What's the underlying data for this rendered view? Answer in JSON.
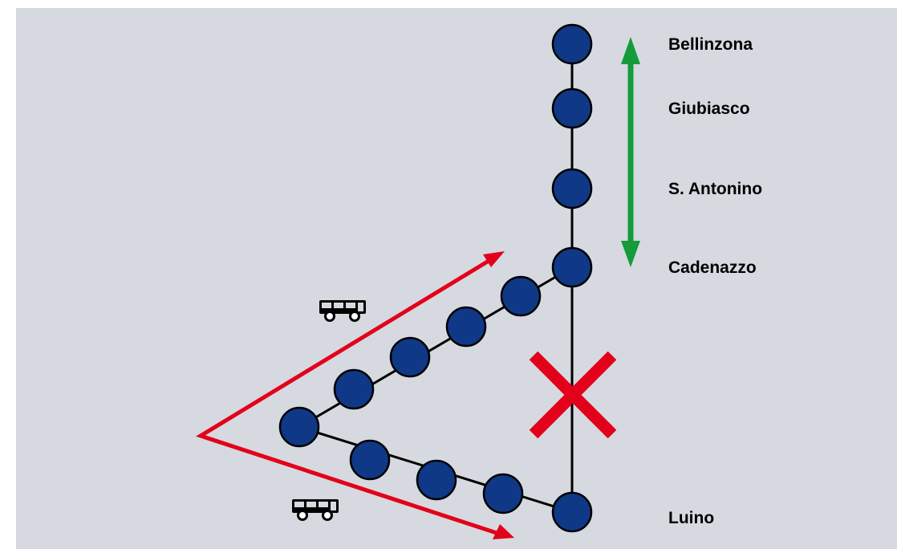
{
  "stations": [
    {
      "id": "bellinzona",
      "label": "Bellinzona"
    },
    {
      "id": "giubiasco",
      "label": "Giubiasco"
    },
    {
      "id": "s-antonino",
      "label": "S. Antonino"
    },
    {
      "id": "cadenazzo",
      "label": "Cadenazzo"
    },
    {
      "id": "luino",
      "label": "Luino"
    }
  ],
  "bus_stops_upper": 4,
  "bus_stops_lower": 3,
  "colors": {
    "background": "#d6d9df",
    "station_fill": "#0f3886",
    "track": "#000000",
    "green_arrow": "#159a3c",
    "red_arrow": "#e3001b",
    "closed_cross": "#e3001b",
    "bus_icon": "#000000"
  },
  "icons": [
    "bus-icon",
    "bus-icon",
    "cross-icon",
    "double-arrow-icon",
    "arrow-icon"
  ]
}
